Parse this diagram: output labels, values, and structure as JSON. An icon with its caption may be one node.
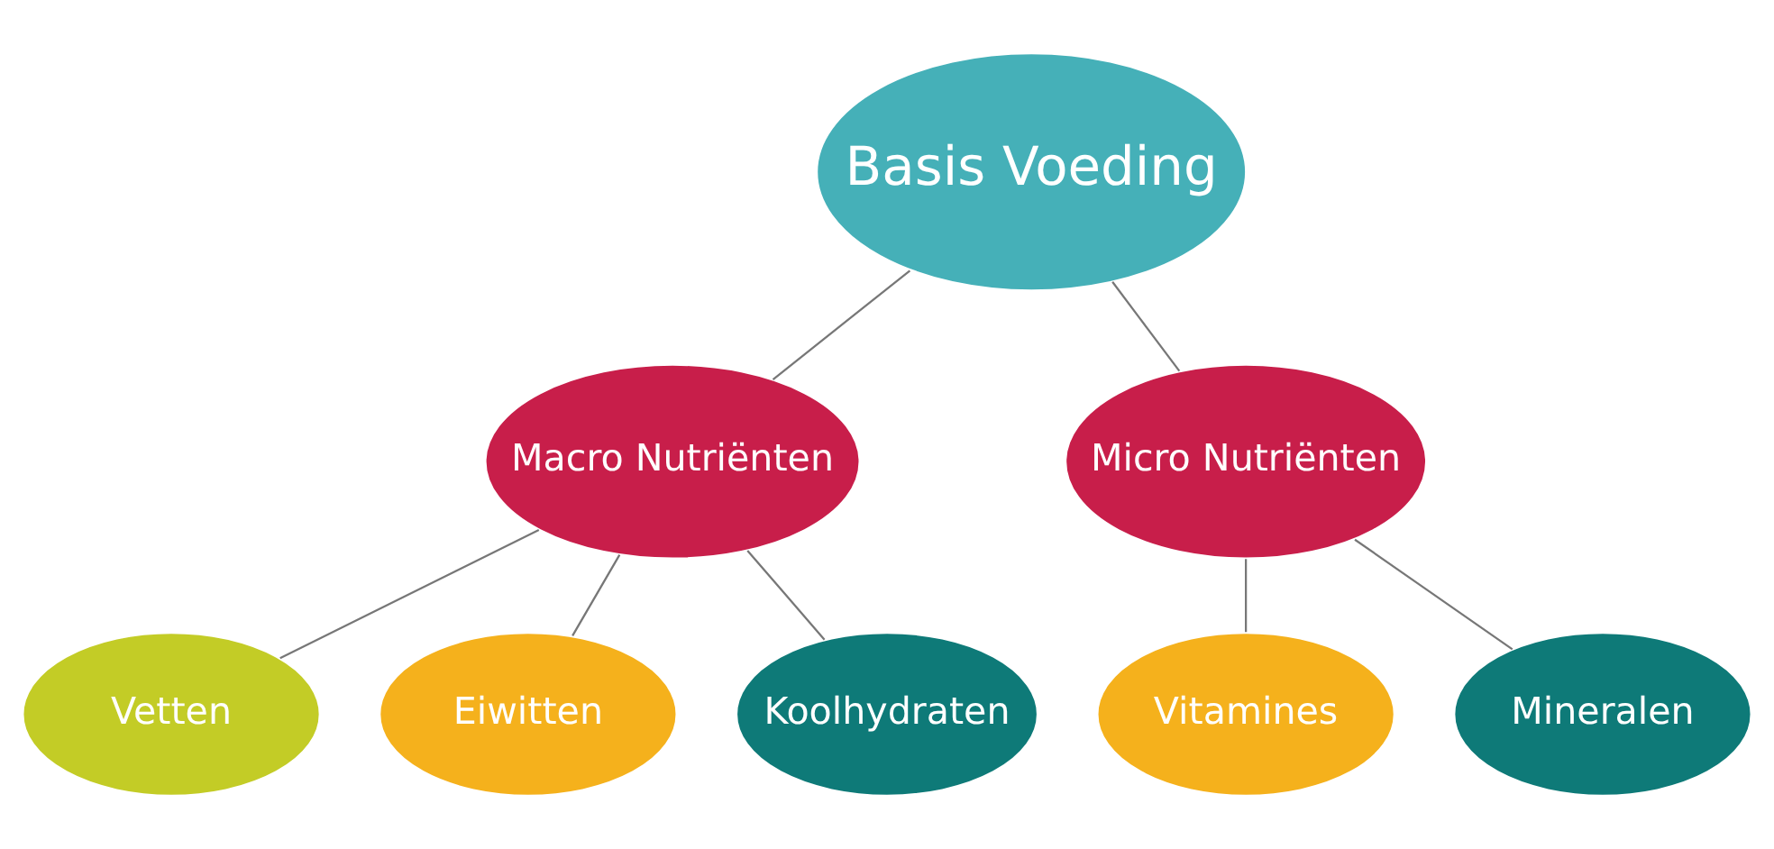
{
  "diagram": {
    "nodes": [
      {
        "text": [
          "Basis Voeding"
        ]
      },
      {
        "text": [
          "Macro Nutriënten"
        ]
      },
      {
        "text": [
          "Micro Nutriënten"
        ]
      },
      {
        "text": [
          "Vetten"
        ]
      },
      {
        "text": [
          "Eiwitten"
        ]
      },
      {
        "text": [
          "Koolhydraten"
        ]
      },
      {
        "text": [
          "Vitamines"
        ]
      },
      {
        "text": [
          "Mineralen"
        ]
      }
    ],
    "edges": [
      {
        "from": 0,
        "to": 1,
        "arrow": "none"
      },
      {
        "from": 0,
        "to": 2,
        "arrow": "none"
      },
      {
        "from": 1,
        "to": 3,
        "arrow": "none"
      },
      {
        "from": 1,
        "to": 4,
        "arrow": "none"
      },
      {
        "from": 1,
        "to": 5,
        "arrow": "none"
      },
      {
        "from": 2,
        "to": 6,
        "arrow": "none"
      },
      {
        "from": 2,
        "to": 7,
        "arrow": "none"
      }
    ]
  }
}
